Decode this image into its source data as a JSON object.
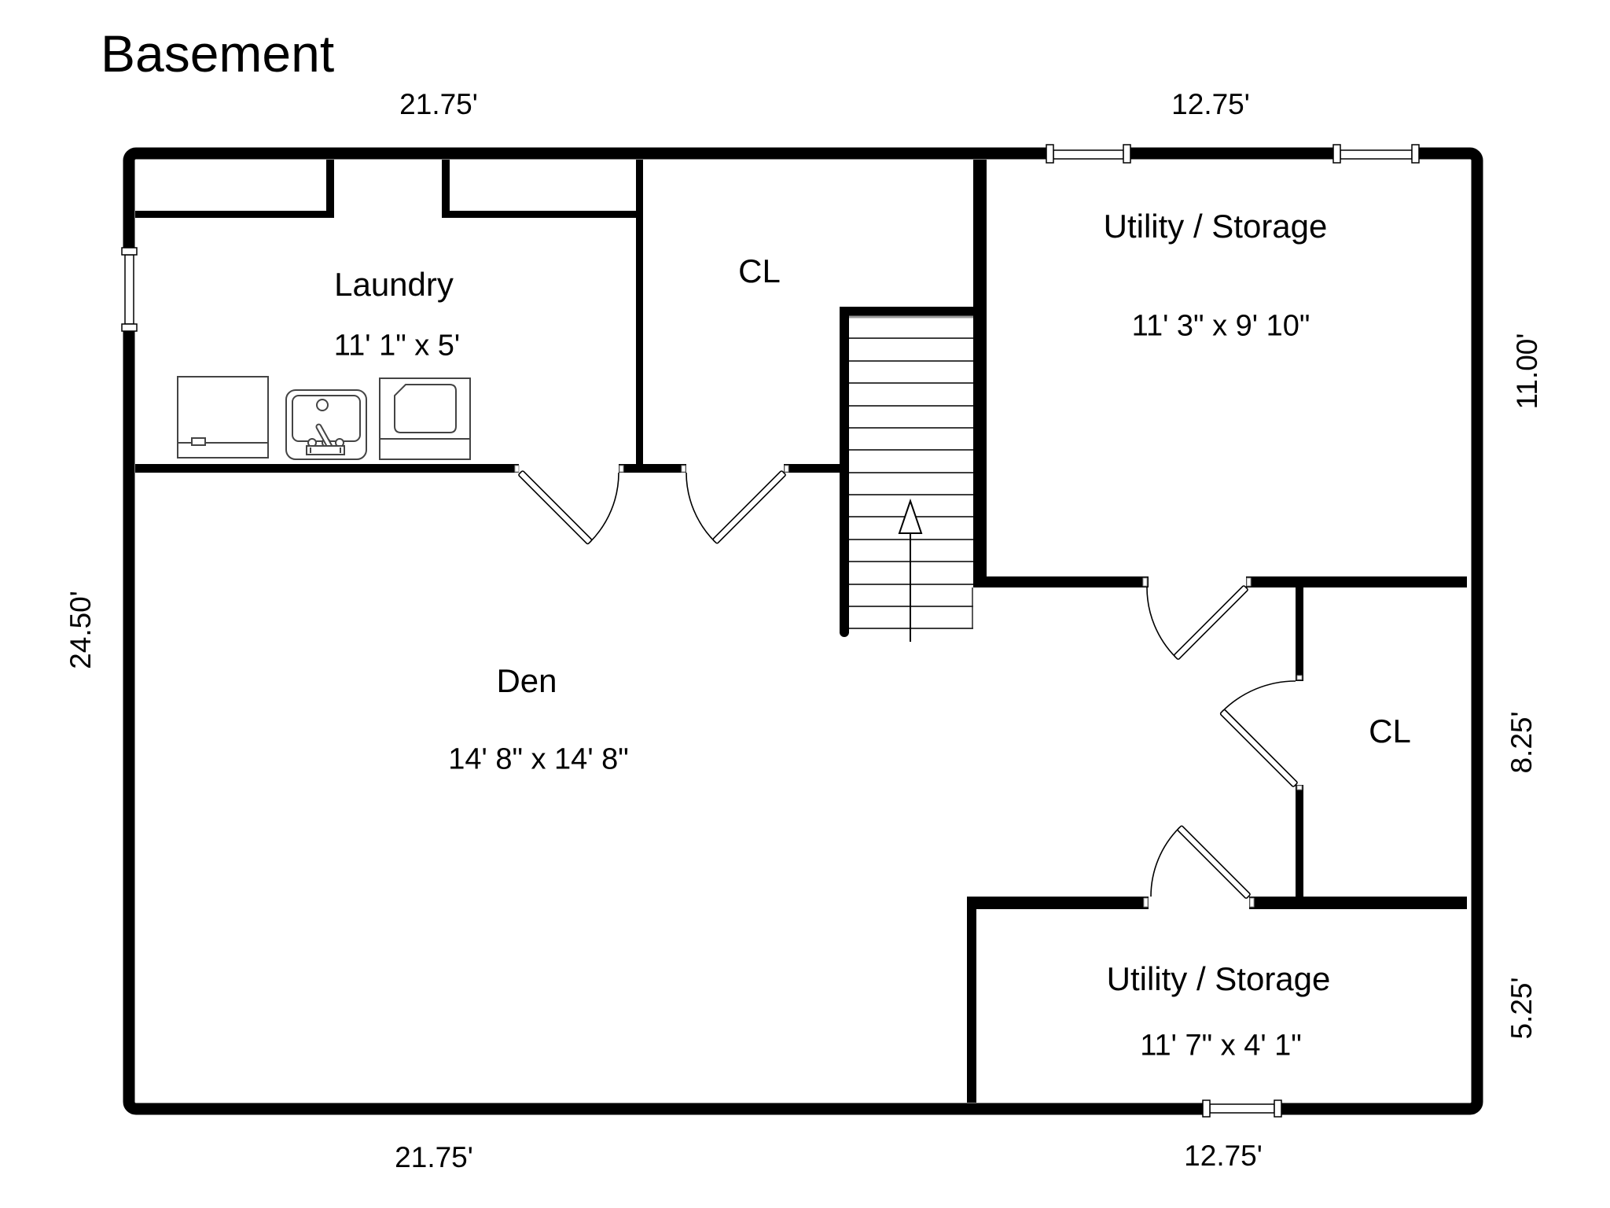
{
  "title": "Basement",
  "rooms": {
    "laundry": {
      "name": "Laundry",
      "size": "11' 1\" x 5'"
    },
    "cl_top": {
      "name": "CL"
    },
    "utility_top": {
      "name": "Utility / Storage",
      "size": "11' 3\" x 9' 10\""
    },
    "den": {
      "name": "Den",
      "size": "14' 8\" x 14' 8\""
    },
    "cl_right": {
      "name": "CL"
    },
    "utility_bottom": {
      "name": "Utility / Storage",
      "size": "11' 7\" x 4' 1\""
    }
  },
  "dims": {
    "top_left": "21.75'",
    "top_right": "12.75'",
    "bottom_left": "21.75'",
    "bottom_right": "12.75'",
    "left": "24.50'",
    "right_top": "11.00'",
    "right_middle": "8.25'",
    "right_bottom": "5.25'"
  },
  "colors": {
    "wall": "#000000",
    "background": "#ffffff"
  }
}
